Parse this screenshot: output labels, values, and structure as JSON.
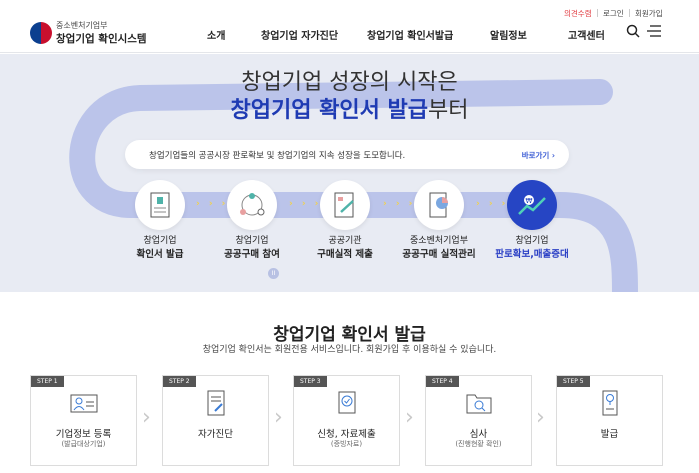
{
  "header": {
    "logo_sub": "중소벤처기업부",
    "logo_main": "창업기업 확인시스템",
    "util": [
      "의견수렴",
      "로그인",
      "회원가입"
    ],
    "nav": [
      "소개",
      "창업기업 자가진단",
      "창업기업 확인서발급",
      "알림정보",
      "고객센터"
    ]
  },
  "hero": {
    "title_line1": "창업기업 성장의 시작은",
    "title_highlight": "창업기업 확인서 발급",
    "title_suffix": "부터",
    "bubble_text": "창업기업들의 공공시장 판로확보 및 창업기업의 지속 성장을 도모합니다.",
    "bubble_link": "바로가기 ›",
    "arrows": "› › ›",
    "steps": [
      {
        "top": "창업기업",
        "bottom": "확인서 발급"
      },
      {
        "top": "창업기업",
        "bottom": "공공구매 참여"
      },
      {
        "top": "공공기관",
        "bottom": "구매실적 제출"
      },
      {
        "top": "중소벤처기업부",
        "bottom": "공공구매 실적관리"
      },
      {
        "top": "창업기업",
        "bottom": "판로확보,매출증대"
      }
    ],
    "pause": "II"
  },
  "section": {
    "title": "창업기업 확인서 발급",
    "subtitle": "창업기업 확인서는 회원전용 서비스입니다. 회원가입 후 이용하실 수 있습니다.",
    "steps": [
      {
        "tag": "STEP 1",
        "name": "기업정보 등록",
        "desc": "(발급대상기업)"
      },
      {
        "tag": "STEP 2",
        "name": "자가진단",
        "desc": ""
      },
      {
        "tag": "STEP 3",
        "name": "신청, 자료제출",
        "desc": "(증빙자료)"
      },
      {
        "tag": "STEP 4",
        "name": "심사",
        "desc": "(진행현황 확인)"
      },
      {
        "tag": "STEP 5",
        "name": "발급",
        "desc": ""
      }
    ],
    "chevron": "›"
  },
  "colors": {
    "brand": "#1f3bb3",
    "accent_red": "#e0393e",
    "hero_bg": "#e8ebf3"
  }
}
